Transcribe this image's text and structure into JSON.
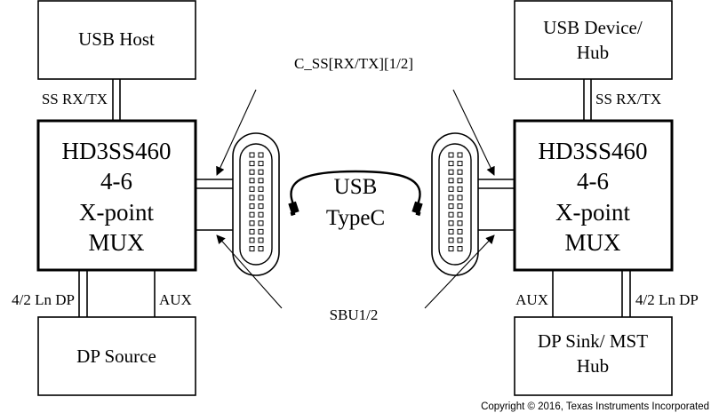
{
  "left": {
    "host_label": "USB Host",
    "mux_lines": [
      "HD3SS460",
      "4-6",
      "X-point",
      "MUX"
    ],
    "ss_label": "SS RX/TX",
    "dp_label": "4/2 Ln DP",
    "aux_label": "AUX",
    "source_label": "DP Source"
  },
  "right": {
    "device_lines": [
      "USB Device/",
      "Hub"
    ],
    "mux_lines": [
      "HD3SS460",
      "4-6",
      "X-point",
      "MUX"
    ],
    "ss_label": "SS RX/TX",
    "aux_label": "AUX",
    "dp_label": "4/2 Ln DP",
    "sink_lines": [
      "DP Sink/ MST",
      "Hub"
    ]
  },
  "center": {
    "css_label": "C_SS[RX/TX][1/2]",
    "cable_lines": [
      "USB",
      "TypeC"
    ],
    "sbu_label": "SBU1/2"
  },
  "copyright": "Copyright © 2016, Texas Instruments Incorporated"
}
